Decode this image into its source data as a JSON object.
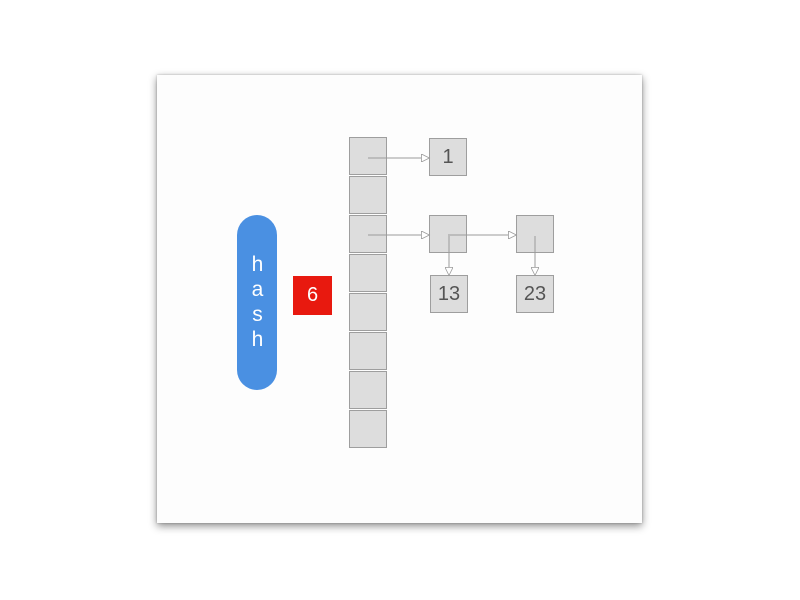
{
  "hash_label": "hash",
  "index_value": "6",
  "colors": {
    "hash_fill": "#4a90e2",
    "index_fill": "#e8190f",
    "cell_fill": "#dddddd",
    "cell_border": "#9e9e9e",
    "arrow": "#9a9a9a"
  },
  "buckets": [
    "",
    "",
    "",
    "",
    "",
    "",
    "",
    ""
  ],
  "nodes": {
    "node_1": "1",
    "node_head": "",
    "node_next": "",
    "node_13": "13",
    "node_23": "23"
  }
}
